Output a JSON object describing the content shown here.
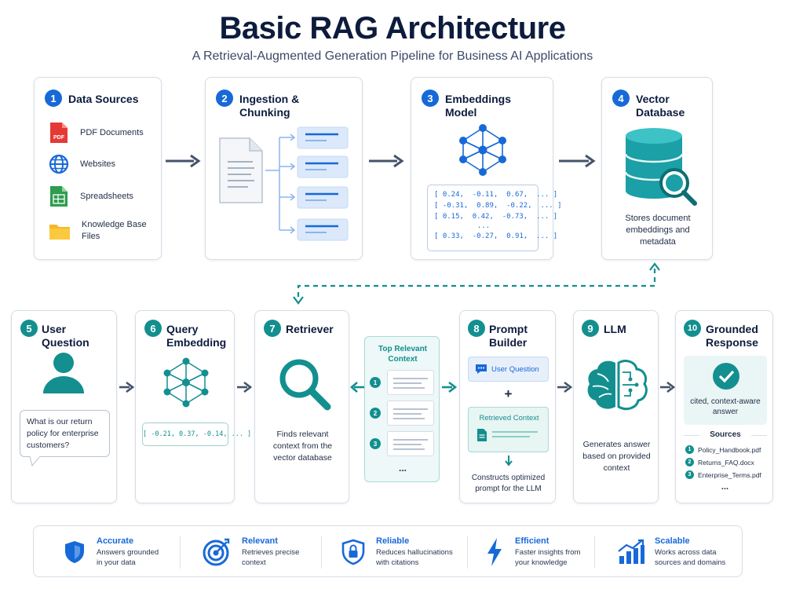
{
  "header": {
    "title": "Basic RAG Architecture",
    "subtitle": "A Retrieval-Augmented Generation Pipeline for Business AI Applications"
  },
  "steps": {
    "s1": {
      "num": "1",
      "title": "Data Sources",
      "items": [
        "PDF Documents",
        "Websites",
        "Spreadsheets",
        "Knowledge Base Files"
      ],
      "pdf_label": "PDF"
    },
    "s2": {
      "num": "2",
      "title_line1": "Ingestion &",
      "title_line2": "Chunking"
    },
    "s3": {
      "num": "3",
      "title_line1": "Embeddings",
      "title_line2": "Model",
      "vector_rows": [
        "[ 0.24,  -0.11,  0.67,  ... ]",
        "[ -0.31,  0.89,  -0.22,  ... ]",
        "[ 0.15,  0.42,  -0.73,  ... ]",
        "...",
        "[ 0.33,  -0.27,  0.91,  ... ]"
      ]
    },
    "s4": {
      "num": "4",
      "title_line1": "Vector",
      "title_line2": "Database",
      "desc": [
        "Stores document",
        "embeddings and",
        "metadata"
      ]
    },
    "s5": {
      "num": "5",
      "title": "User Question",
      "question": [
        "What is our return",
        "policy for enterprise",
        "customers?"
      ]
    },
    "s6": {
      "num": "6",
      "title_line1": "Query",
      "title_line2": "Embedding",
      "vector": "[ -0.21, 0.37, -0.14, ... ]"
    },
    "s7": {
      "num": "7",
      "title": "Retriever",
      "desc": [
        "Finds relevant",
        "context from the",
        "vector database"
      ]
    },
    "context": {
      "title_line1": "Top Relevant",
      "title_line2": "Context",
      "nums": [
        "1",
        "2",
        "3"
      ],
      "more": "..."
    },
    "s8": {
      "num": "8",
      "title_line1": "Prompt",
      "title_line2": "Builder",
      "user_question": "User Question",
      "plus": "+",
      "retrieved_context": "Retrieved Context",
      "desc": [
        "Constructs optimized",
        "prompt for the LLM"
      ]
    },
    "s9": {
      "num": "9",
      "title": "LLM",
      "desc": [
        "Generates answer",
        "based on provided",
        "context"
      ]
    },
    "s10": {
      "num": "10",
      "title_line1": "Grounded",
      "title_line2": "Response",
      "answer": [
        "cited, context-aware",
        "answer"
      ],
      "sources_title": "Sources",
      "sources": [
        "Policy_Handbook.pdf",
        "Returns_FAQ.docx",
        "Enterprise_Terms.pdf"
      ],
      "source_nums": [
        "1",
        "2",
        "3"
      ],
      "more": "..."
    }
  },
  "benefits": [
    {
      "title": "Accurate",
      "line1": "Answers grounded",
      "line2": "in your data",
      "icon": "shield-icon"
    },
    {
      "title": "Relevant",
      "line1": "Retrieves precise",
      "line2": "context",
      "icon": "target-icon"
    },
    {
      "title": "Reliable",
      "line1": "Reduces hallucinations",
      "line2": "with citations",
      "icon": "lock-shield-icon"
    },
    {
      "title": "Efficient",
      "line1": "Faster insights from",
      "line2": "your knowledge",
      "icon": "lightning-icon"
    },
    {
      "title": "Scalable",
      "line1": "Works across data",
      "line2": "sources and domains",
      "icon": "bar-growth-icon"
    }
  ],
  "colors": {
    "blue": "#1769d8",
    "teal": "#138f8f",
    "navy": "#0d1b3d"
  }
}
